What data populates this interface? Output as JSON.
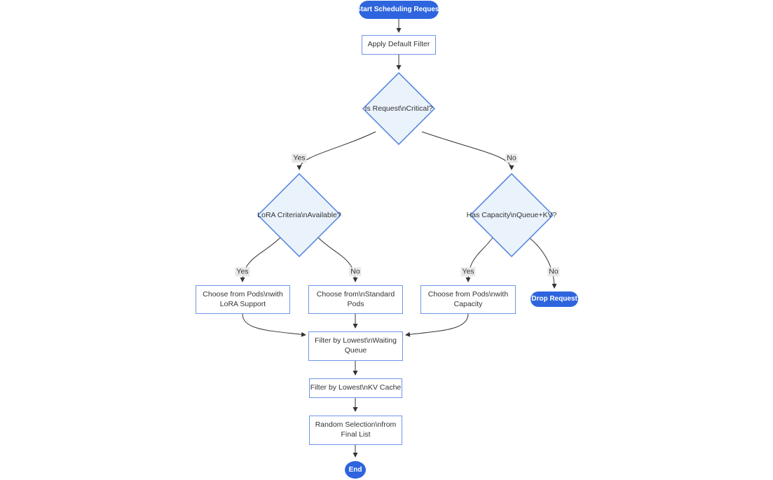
{
  "diagram": {
    "type": "flowchart",
    "colors": {
      "pill_fill": "#2e65de",
      "pill_text": "#ffffff",
      "rect_fill": "#ffffff",
      "rect_border": "#6e96e8",
      "diamond_fill": "#eaf2fc",
      "diamond_border": "#4c80dc",
      "edge": "#333333",
      "label_bg": "#e8e8e8",
      "text": "#333333"
    },
    "nodes": {
      "start": {
        "label": "Start Scheduling Request",
        "shape": "stadium"
      },
      "apply_filter": {
        "label": "Apply Default Filter",
        "shape": "rect"
      },
      "is_critical": {
        "label": "Is Request\\nCritical?",
        "shape": "diamond"
      },
      "lora_criteria": {
        "label": "LoRA Criteria\\nAvailable?",
        "shape": "diamond"
      },
      "has_capacity": {
        "label": "Has Capacity\\nQueue+KV?",
        "shape": "diamond"
      },
      "choose_lora": {
        "label": "Choose from Pods\\nwith LoRA Support",
        "shape": "rect"
      },
      "choose_standard": {
        "label": "Choose from\\nStandard Pods",
        "shape": "rect"
      },
      "choose_capacity": {
        "label": "Choose from Pods\\nwith Capacity",
        "shape": "rect"
      },
      "drop_request": {
        "label": "Drop Request",
        "shape": "stadium"
      },
      "filter_waiting": {
        "label": "Filter by Lowest\\nWaiting Queue",
        "shape": "rect"
      },
      "filter_kv": {
        "label": "Filter by Lowest\\nKV Cache",
        "shape": "rect"
      },
      "random_selection": {
        "label": "Random Selection\\nfrom Final List",
        "shape": "rect"
      },
      "end": {
        "label": "End",
        "shape": "stadium"
      }
    },
    "edge_labels": {
      "critical_yes": "Yes",
      "critical_no": "No",
      "lora_yes": "Yes",
      "lora_no": "No",
      "capacity_yes": "Yes",
      "capacity_no": "No"
    }
  }
}
